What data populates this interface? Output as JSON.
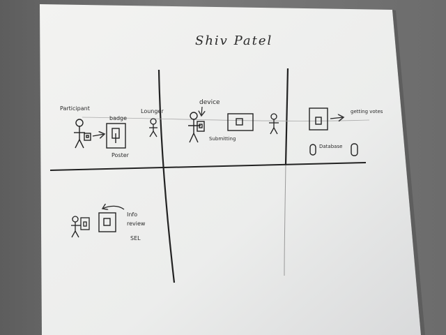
{
  "sketch": {
    "title": "Shiv Patel",
    "labels": {
      "participant": "Participant",
      "badge": "badge",
      "poster": "Poster",
      "lounger": "Lounger",
      "device": "device",
      "submitting": "Submitting",
      "getting_votes": "getting votes",
      "database": "Database",
      "info_line1": "Info",
      "info_line2": "review",
      "info_line3": "SEL"
    }
  }
}
